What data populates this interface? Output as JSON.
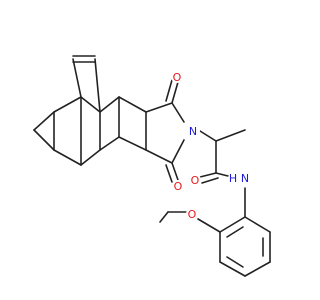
{
  "structure": {
    "atoms": [
      {
        "id": "O1",
        "symbol": "O",
        "color": "#e8191c"
      },
      {
        "id": "O2",
        "symbol": "O",
        "color": "#e8191c"
      },
      {
        "id": "N1",
        "symbol": "N",
        "color": "#1b1bd8"
      },
      {
        "id": "O3",
        "symbol": "O",
        "color": "#e8191c"
      },
      {
        "id": "NH",
        "symbol": "N",
        "color": "#1b1bd8"
      },
      {
        "id": "H",
        "symbol": "H",
        "color": "#1b1bd8"
      },
      {
        "id": "O4",
        "symbol": "O",
        "color": "#e8191c"
      }
    ],
    "bond_color": "#222222"
  }
}
